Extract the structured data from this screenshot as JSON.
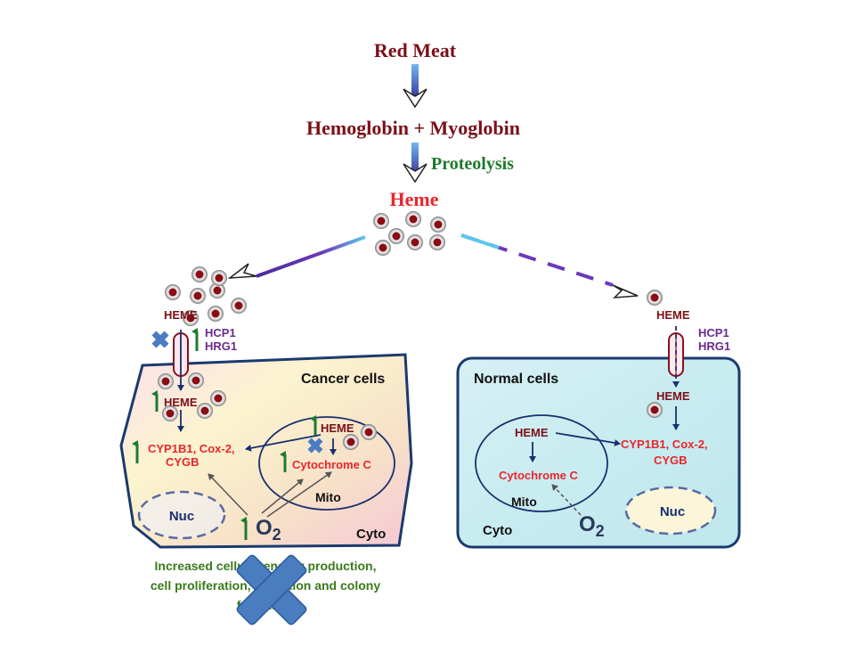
{
  "flow": {
    "red_meat": "Red Meat",
    "hemoglobin": "Hemoglobin + Myoglobin",
    "proteolysis": "Proteolysis",
    "heme": "Heme"
  },
  "cancer": {
    "heme_outside": "HEME",
    "hcp1": "HCP1",
    "hrg1": "HRG1",
    "title": "Cancer cells",
    "heme_inside": "HEME",
    "cyp_line1": "CYP1B1, Cox-2,",
    "cyp_line2": "CYGB",
    "mito_heme": "HEME",
    "cytochrome": "Cytochrome C",
    "mito": "Mito",
    "nuc": "Nuc",
    "o2": "O",
    "o2_sub": "2",
    "cyto": "Cyto",
    "effect_line1": "Increased cellular energy production,",
    "effect_line2": "cell proliferation, migration and colony",
    "effect_line3": "formation"
  },
  "normal": {
    "heme_outside": "HEME",
    "hcp1": "HCP1",
    "hrg1": "HRG1",
    "title": "Normal cells",
    "heme_inside": "HEME",
    "mito_heme": "HEME",
    "cytochrome": "Cytochrome C",
    "mito": "Mito",
    "cyp_line1": "CYP1B1, Cox-2,",
    "cyp_line2": "CYGB",
    "nuc": "Nuc",
    "o2": "O",
    "o2_sub": "2",
    "cyto": "Cyto"
  },
  "colors": {
    "dark_red": "#7a1018",
    "bright_red": "#e8262d",
    "green": "#1e7a2e",
    "purple": "#6a2a8c",
    "navy": "#1a2f6e",
    "cross_blue": "#4a7cc0"
  }
}
